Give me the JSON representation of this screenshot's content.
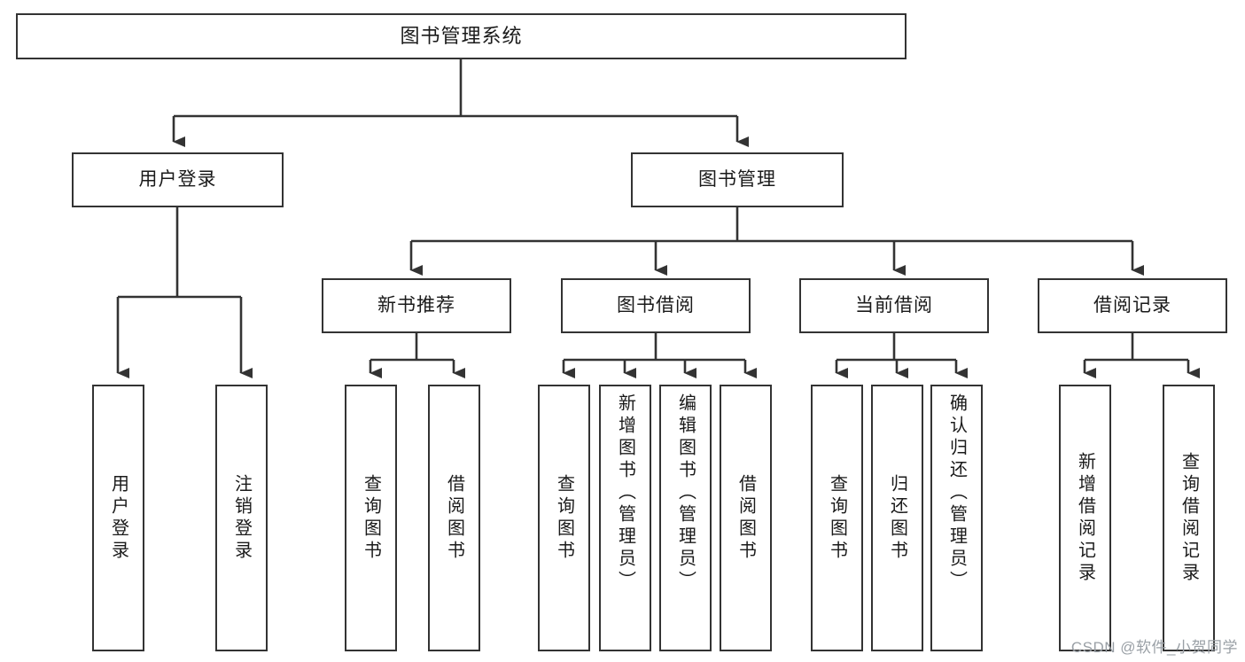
{
  "diagram": {
    "title": "图书管理系统",
    "type": "tree",
    "watermark": "CSDN @软件_小贺同学",
    "colors": {
      "box_border": "#333333",
      "box_fill": "#ffffff",
      "connector": "#333333",
      "text": "#1a1a1a",
      "watermark": "#9aa0a6",
      "background": "#ffffff"
    },
    "nodes": {
      "root": {
        "label": "图书管理系统"
      },
      "level2": [
        {
          "label": "用户登录"
        },
        {
          "label": "图书管理"
        }
      ],
      "level3": [
        {
          "label": "新书推荐"
        },
        {
          "label": "图书借阅"
        },
        {
          "label": "当前借阅"
        },
        {
          "label": "借阅记录"
        }
      ],
      "leaves": {
        "user_login": [
          {
            "label": "用户登录"
          },
          {
            "label": "注销登录"
          }
        ],
        "new_book_recommend": [
          {
            "label": "查询图书"
          },
          {
            "label": "借阅图书"
          }
        ],
        "book_borrow": [
          {
            "label": "查询图书"
          },
          {
            "label": "新增图书（管理员）"
          },
          {
            "label": "编辑图书（管理员）"
          },
          {
            "label": "借阅图书"
          }
        ],
        "current_borrow": [
          {
            "label": "查询图书"
          },
          {
            "label": "归还图书"
          },
          {
            "label": "确认归还（管理员）"
          }
        ],
        "borrow_record": [
          {
            "label": "新增借阅记录"
          },
          {
            "label": "查询借阅记录"
          }
        ]
      }
    }
  }
}
